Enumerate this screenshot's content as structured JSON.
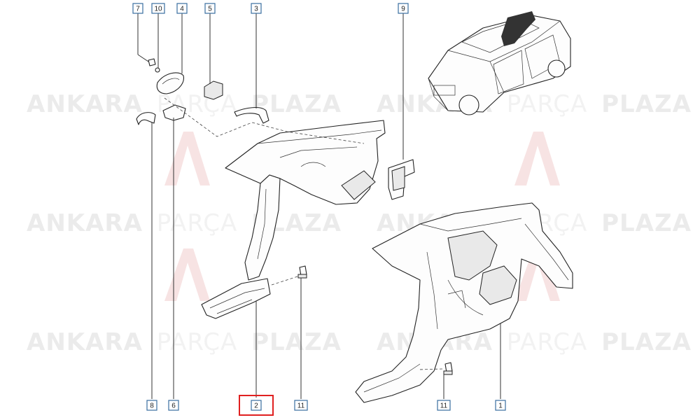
{
  "watermark": {
    "text_bold_1": "ANKARA",
    "text_light": "PARÇA",
    "text_bold_2": "PLAZA",
    "logo_color": "#e8b0b0",
    "text_color": "#d9d9d9"
  },
  "callouts": [
    {
      "id": "7",
      "label": "7"
    },
    {
      "id": "10",
      "label": "10"
    },
    {
      "id": "4",
      "label": "4"
    },
    {
      "id": "5",
      "label": "5"
    },
    {
      "id": "3",
      "label": "3"
    },
    {
      "id": "9",
      "label": "9"
    },
    {
      "id": "8",
      "label": "8"
    },
    {
      "id": "6",
      "label": "6"
    },
    {
      "id": "2",
      "label": "2",
      "highlighted": true
    },
    {
      "id": "11a",
      "label": "11"
    },
    {
      "id": "11b",
      "label": "11"
    },
    {
      "id": "1",
      "label": "1"
    }
  ],
  "colors": {
    "callout_border": "#3a6fa0",
    "highlight": "#e02020"
  }
}
